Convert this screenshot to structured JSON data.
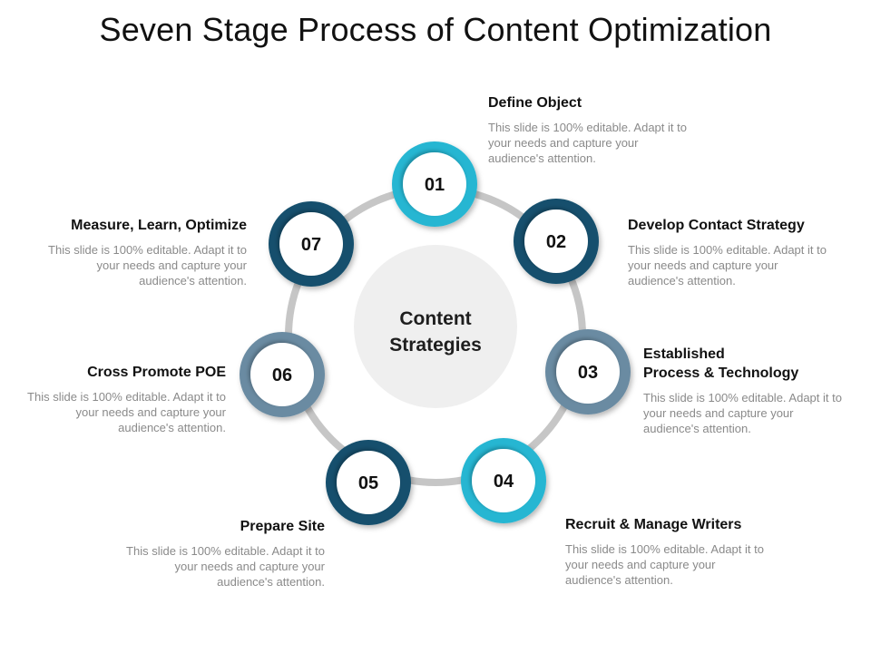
{
  "title": "Seven Stage Process of Content Optimization",
  "center_label_lines": [
    "Content",
    "Strategies"
  ],
  "colors": {
    "ring": "#c6c6c6",
    "center_fill": "#efefef",
    "cyan": "#25b6d2",
    "navy": "#13506d",
    "slate": "#6a8ba2"
  },
  "stages": [
    {
      "num": "01",
      "color": "cyan",
      "title_lines": [
        "Define Object"
      ],
      "desc": "This slide is 100% editable. Adapt it to your needs and capture your audience's attention."
    },
    {
      "num": "02",
      "color": "navy",
      "title_lines": [
        "Develop Contact Strategy"
      ],
      "desc": "This slide is 100% editable. Adapt it to your needs and capture your audience's attention."
    },
    {
      "num": "03",
      "color": "slate",
      "title_lines": [
        "Established",
        "Process & Technology"
      ],
      "desc": "This slide is 100% editable. Adapt it to your needs and capture your audience's attention."
    },
    {
      "num": "04",
      "color": "cyan",
      "title_lines": [
        "Recruit & Manage Writers"
      ],
      "desc": "This slide is 100% editable. Adapt it to your needs and capture your audience's attention."
    },
    {
      "num": "05",
      "color": "navy",
      "title_lines": [
        "Prepare Site"
      ],
      "desc": "This slide is 100% editable. Adapt it to your needs and capture your audience's attention."
    },
    {
      "num": "06",
      "color": "slate",
      "title_lines": [
        "Cross Promote POE"
      ],
      "desc": "This slide is 100% editable. Adapt it to your needs and capture your audience's attention."
    },
    {
      "num": "07",
      "color": "navy",
      "title_lines": [
        "Measure, Learn, Optimize"
      ],
      "desc": "This slide is 100% editable. Adapt it to your needs and capture your audience's attention."
    }
  ]
}
